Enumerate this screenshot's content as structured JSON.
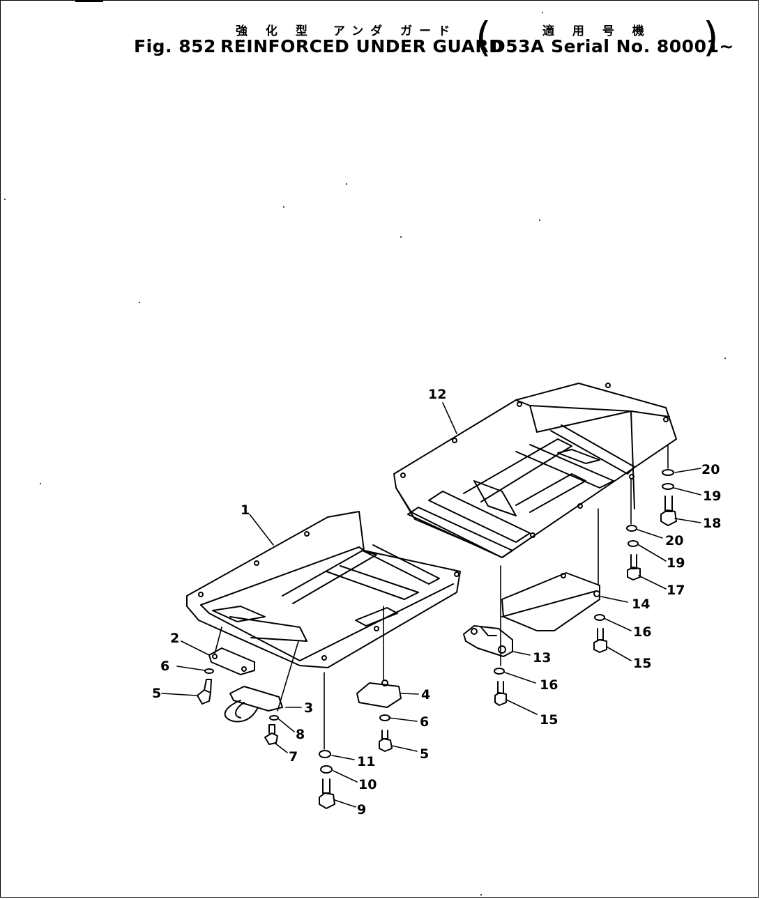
{
  "header": {
    "jp_title": "強 化 型　アンダ ガード",
    "fig_label": "Fig. 852",
    "en_title": "REINFORCED UNDER GUARD",
    "jp_applicable": "適 用 号 機",
    "serial_info": "D53A Serial No. 80001~",
    "paren_open": "(",
    "paren_close": ")"
  },
  "callouts": [
    {
      "id": "c1",
      "label": "1"
    },
    {
      "id": "c2",
      "label": "2"
    },
    {
      "id": "c3",
      "label": "3"
    },
    {
      "id": "c4",
      "label": "4"
    },
    {
      "id": "c5a",
      "label": "5"
    },
    {
      "id": "c5b",
      "label": "5"
    },
    {
      "id": "c6a",
      "label": "6"
    },
    {
      "id": "c6b",
      "label": "6"
    },
    {
      "id": "c7",
      "label": "7"
    },
    {
      "id": "c8",
      "label": "8"
    },
    {
      "id": "c9",
      "label": "9"
    },
    {
      "id": "c10",
      "label": "10"
    },
    {
      "id": "c11",
      "label": "11"
    },
    {
      "id": "c12",
      "label": "12"
    },
    {
      "id": "c13",
      "label": "13"
    },
    {
      "id": "c14",
      "label": "14"
    },
    {
      "id": "c15a",
      "label": "15"
    },
    {
      "id": "c15b",
      "label": "15"
    },
    {
      "id": "c16a",
      "label": "16"
    },
    {
      "id": "c16b",
      "label": "16"
    },
    {
      "id": "c17",
      "label": "17"
    },
    {
      "id": "c18",
      "label": "18"
    },
    {
      "id": "c19a",
      "label": "19"
    },
    {
      "id": "c19b",
      "label": "19"
    },
    {
      "id": "c20a",
      "label": "20"
    },
    {
      "id": "c20b",
      "label": "20"
    }
  ]
}
